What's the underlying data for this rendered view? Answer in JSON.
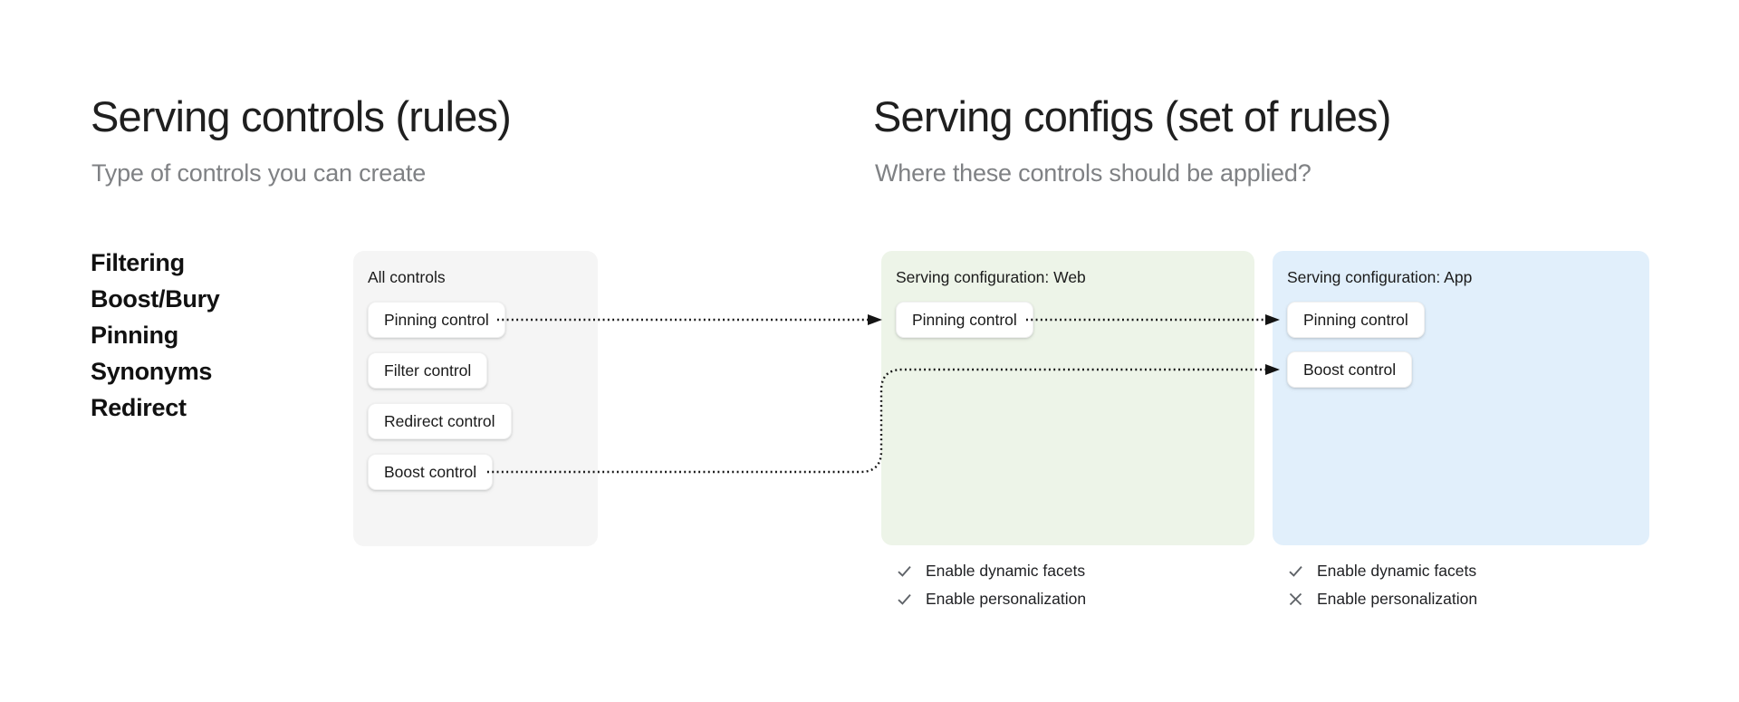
{
  "colors": {
    "all_controls_card_bg": "#f5f5f5",
    "web_card_bg": "#edf4e8",
    "app_card_bg": "#e1effb",
    "subtitle_gray": "#7f8184",
    "arrow": "#141414"
  },
  "left_section": {
    "title": "Serving controls (rules)",
    "subtitle": "Type of controls you can create",
    "control_types": [
      "Filtering",
      "Boost/Bury",
      "Pinning",
      "Synonyms",
      "Redirect"
    ]
  },
  "right_section": {
    "title": "Serving configs (set of rules)",
    "subtitle": "Where these controls should be applied?"
  },
  "all_controls_card": {
    "label": "All controls",
    "buttons": [
      "Pinning control",
      "Filter control",
      "Redirect control",
      "Boost control"
    ]
  },
  "web_card": {
    "label": "Serving configuration: Web",
    "buttons": [
      "Pinning control"
    ],
    "footer": [
      {
        "icon": "check",
        "label": "Enable dynamic facets"
      },
      {
        "icon": "check",
        "label": "Enable personalization"
      }
    ]
  },
  "app_card": {
    "label": "Serving configuration: App",
    "buttons": [
      "Pinning control",
      "Boost control"
    ],
    "footer": [
      {
        "icon": "check",
        "label": "Enable dynamic facets"
      },
      {
        "icon": "x",
        "label": "Enable personalization"
      }
    ]
  }
}
